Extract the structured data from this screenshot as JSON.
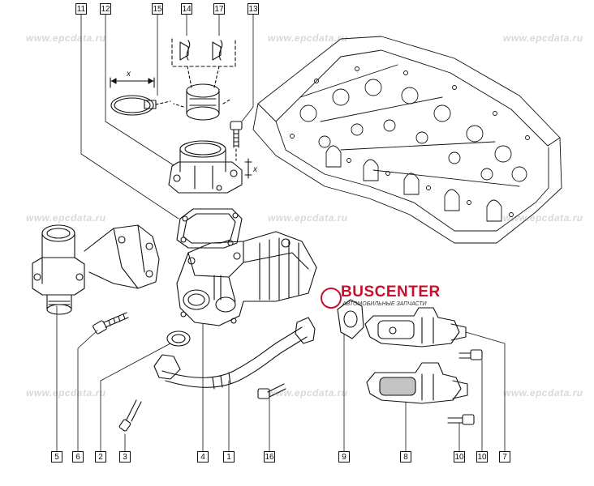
{
  "diagram": {
    "watermark_text": "www.epcdata.ru",
    "brand": {
      "name": "BUSCENTER",
      "subtitle": "АВТОМОБИЛЬНЫЕ ЗАПЧАСТИ",
      "color": "#c8102e"
    },
    "dimension_label": "x",
    "callouts": {
      "top": [
        "11",
        "12",
        "15",
        "14",
        "17",
        "13"
      ],
      "bottom": [
        "5",
        "6",
        "2",
        "3",
        "4",
        "1",
        "16",
        "9",
        "8",
        "10",
        "10",
        "7"
      ]
    }
  }
}
